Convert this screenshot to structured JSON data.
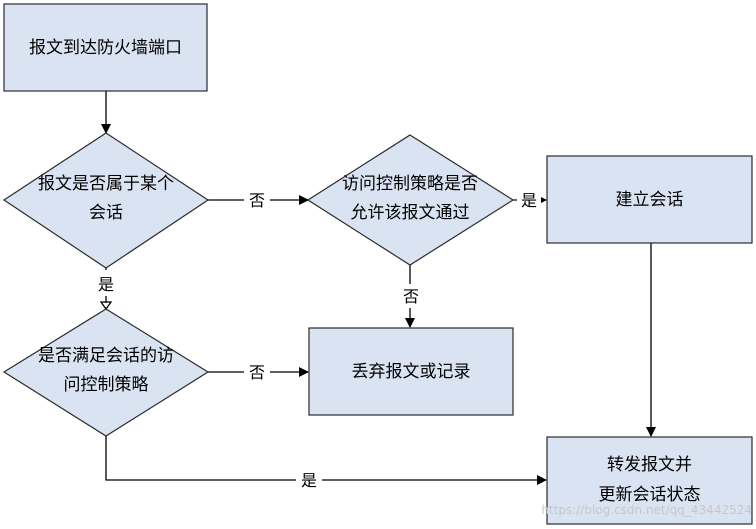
{
  "nodes": {
    "arrive": {
      "text": "报文到达防火墙端口"
    },
    "in_session": {
      "line1": "报文是否属于某个",
      "line2": "会话"
    },
    "acl_allow": {
      "line1": "访问控制策略是否",
      "line2": "允许该报文通过"
    },
    "establish": {
      "text": "建立会话"
    },
    "meets_policy": {
      "line1": "是否满足会话的访",
      "line2": "问控制策略"
    },
    "discard": {
      "text": "丢弃报文或记录"
    },
    "forward": {
      "line1": "转发报文并",
      "line2": "更新会话状态"
    }
  },
  "edges": {
    "in_session_no": "否",
    "in_session_yes": "是",
    "acl_yes": "是",
    "acl_no": "否",
    "policy_no": "否",
    "policy_yes": "是"
  },
  "watermark": "https://blog.csdn.net/qq_43442524",
  "colors": {
    "box_fill": "#dae3f1",
    "line": "#000000"
  }
}
